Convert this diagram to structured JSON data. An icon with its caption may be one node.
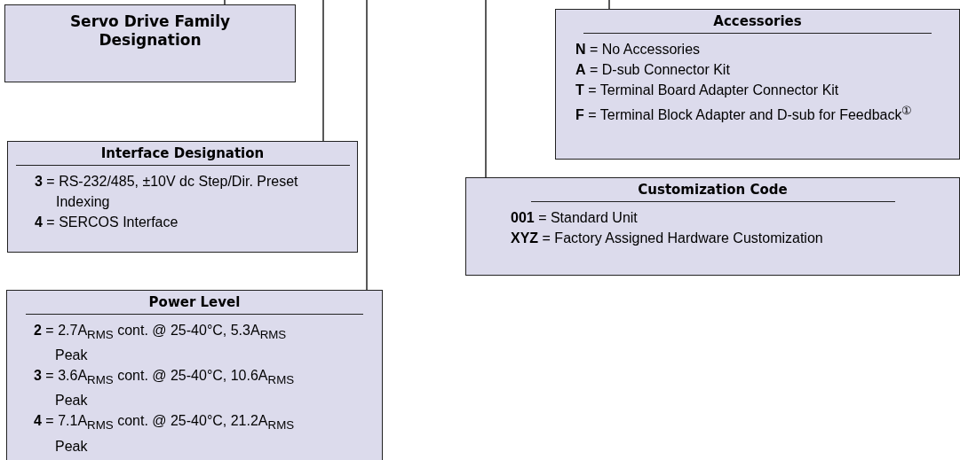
{
  "diagram": {
    "nodes": [
      {
        "text": [
          "Servo Drive Family Designation"
        ]
      },
      {
        "text": [
          "Interface Designation",
          "**3** = RS-232/485, ±10V dc Step/Dir. Preset Indexing",
          "**4** = SERCOS Interface"
        ]
      },
      {
        "text": [
          "Power Level",
          "**2** = 2.7A$_{RMS}$ cont. @ 25-40°C, 5.3A$_{RMS}$ Peak",
          "**3** = 3.6A$_{RMS}$ cont. @ 25-40°C, 10.6A$_{RMS}$ Peak",
          "**4** = 7.1A$_{RMS}$ cont. @ 25-40°C, 21.2A$_{RMS}$ Peak"
        ]
      },
      {
        "text": [
          "Accessories",
          "**N** = No Accessories",
          "**A** = D-sub Connector Kit",
          "**T** = Terminal Board Adapter Connector Kit",
          "**F** = Terminal Block Adapter and D-sub for Feedback$^{①}$"
        ]
      },
      {
        "text": [
          "Customization Code",
          "**001** = Standard Unit",
          "**XYZ** = Factory Assigned Hardware Customization"
        ]
      }
    ],
    "edges": [
      {
        "from": null,
        "to": 0,
        "arrow": "none"
      },
      {
        "from": null,
        "to": 1,
        "arrow": "none"
      },
      {
        "from": null,
        "to": 2,
        "arrow": "none"
      },
      {
        "from": null,
        "to": 3,
        "arrow": "none"
      },
      {
        "from": null,
        "to": 4,
        "arrow": "none"
      }
    ]
  }
}
